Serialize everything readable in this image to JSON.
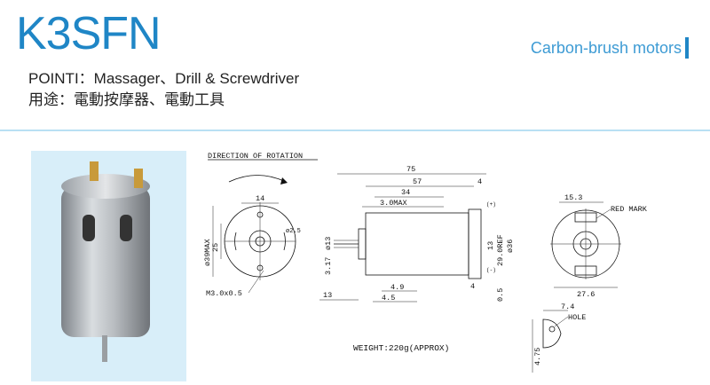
{
  "header": {
    "model": "K3SFN",
    "category": "Carbon-brush motors",
    "point_en": "POINTI：Massager、Drill & Screwdriver",
    "point_zh": "用途：電動按摩器、電動工具"
  },
  "drawing": {
    "direction_label": "DIRECTION OF ROTATION",
    "weight": "WEIGHT:220g(APPROX)",
    "front_view": {
      "dim_14": "14",
      "dim_dia25": "ø2.5",
      "dim_39max": "ø39MAX",
      "dim_25": "25",
      "screw": "M3.0x0.5"
    },
    "side_view": {
      "dim_75": "75",
      "dim_57": "57",
      "dim_4a": "4",
      "dim_34": "34",
      "dim_3max": "3.0MAX",
      "dim_13dia": "ø13",
      "dim_317": "3.17",
      "dim_13": "13",
      "dim_49": "4.9",
      "dim_45": "4.5",
      "dim_4b": "4",
      "dim_13b": "13",
      "dim_29ref": "29.0REF",
      "dim_36": "ø36",
      "dim_05": "0.5",
      "plus": "(+)",
      "minus": "(-)"
    },
    "rear_view": {
      "dim_153": "15.3",
      "red_mark": "RED MARK",
      "dim_276": "27.6"
    },
    "terminal_view": {
      "dim_74": "7.4",
      "hole": "HOLE",
      "dim_475": "4.75"
    }
  }
}
